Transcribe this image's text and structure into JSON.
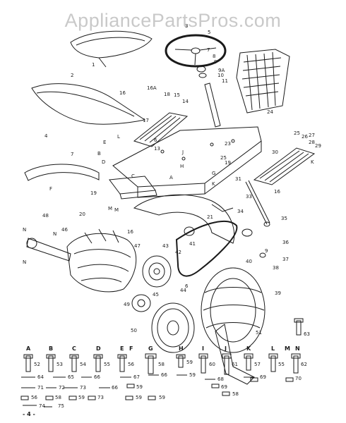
{
  "watermark": "AppliancePartsPros.com",
  "page_number": "- 4 -",
  "callouts": {
    "c1": "1",
    "c2": "2",
    "c3": "3",
    "c4": "4",
    "c5": "5",
    "c6": "6",
    "c7": "7",
    "c8": "8",
    "c9": "9",
    "c10": "10",
    "c11": "11",
    "c13": "13",
    "c14": "14",
    "c15": "15",
    "c16": "16",
    "c16a": "16A",
    "c17": "17",
    "c18": "18",
    "c19": "19",
    "c20": "20",
    "c21": "21",
    "c23": "23",
    "c24": "24",
    "c25": "25",
    "c26": "26",
    "c27": "27",
    "c28": "28",
    "c29": "29",
    "c30": "30",
    "c31": "31",
    "c33": "33",
    "c34": "34",
    "c35": "35",
    "c36": "36",
    "c37": "37",
    "c38": "38",
    "c39": "39",
    "c40": "40",
    "c41": "41",
    "c42": "42",
    "c43": "43",
    "c44": "44",
    "c45": "45",
    "c46": "46",
    "c47": "47",
    "c48": "48",
    "c49": "49",
    "c50": "50",
    "c51": "51",
    "c9a": "9A",
    "c7b": "7",
    "c9b": "9",
    "c16b": "16",
    "c16c": "16",
    "c19b": "19",
    "c25b": "25",
    "c6b": "6",
    "c63": "63",
    "cK": "K",
    "cK2": "K",
    "cM": "M",
    "cM2": "M",
    "cN": "N",
    "cN2": "N",
    "cN3": "N",
    "cF": "F",
    "cE": "E",
    "cL": "L",
    "cJ": "J",
    "cB": "B",
    "cD": "D",
    "cA": "A",
    "cH": "H",
    "cG": "G",
    "cC": "C"
  },
  "hardware_letters": [
    "A",
    "B",
    "C",
    "D",
    "E",
    "F",
    "G",
    "H",
    "I",
    "J",
    "K",
    "L",
    "M",
    "N"
  ],
  "hardware_numbers": {
    "n52": "52",
    "n53": "53",
    "n54": "54",
    "n55": "55",
    "n56": "56",
    "n58": "58",
    "n59": "59",
    "n60": "60",
    "n61": "61",
    "n57": "57",
    "n62": "62",
    "r64": "64",
    "r65": "65",
    "r66": "66",
    "r67": "67",
    "r66b": "66",
    "r59": "59",
    "r68": "68",
    "r69": "69",
    "r70": "70",
    "r71": "71",
    "r72": "72",
    "r73": "73",
    "r59b": "59",
    "r69b": "69",
    "r74": "74",
    "r75": "75",
    "r56": "56",
    "r58": "58"
  }
}
